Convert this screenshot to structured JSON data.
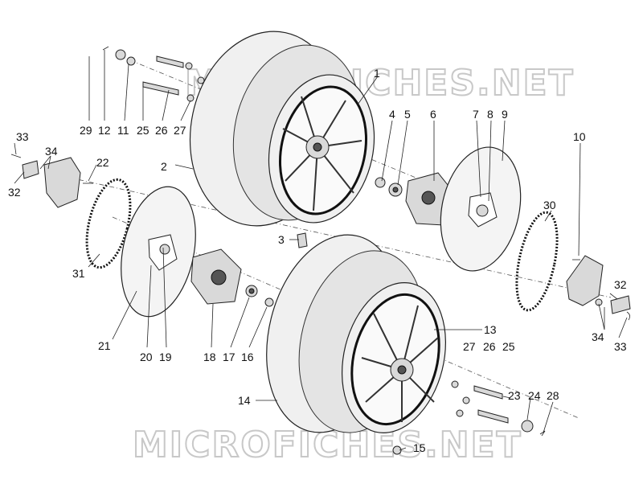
{
  "watermarks": [
    "MICROFICHES.NET",
    "MICROFICHES.NET"
  ],
  "callouts": [
    {
      "id": "1",
      "label": "1"
    },
    {
      "id": "2",
      "label": "2"
    },
    {
      "id": "3",
      "label": "3"
    },
    {
      "id": "4",
      "label": "4"
    },
    {
      "id": "5",
      "label": "5"
    },
    {
      "id": "6",
      "label": "6"
    },
    {
      "id": "7",
      "label": "7"
    },
    {
      "id": "8",
      "label": "8"
    },
    {
      "id": "9",
      "label": "9"
    },
    {
      "id": "10",
      "label": "10"
    },
    {
      "id": "11",
      "label": "11"
    },
    {
      "id": "12",
      "label": "12"
    },
    {
      "id": "13",
      "label": "13"
    },
    {
      "id": "14",
      "label": "14"
    },
    {
      "id": "15",
      "label": "15"
    },
    {
      "id": "16",
      "label": "16"
    },
    {
      "id": "17",
      "label": "17"
    },
    {
      "id": "18",
      "label": "18"
    },
    {
      "id": "19",
      "label": "19"
    },
    {
      "id": "20",
      "label": "20"
    },
    {
      "id": "21",
      "label": "21"
    },
    {
      "id": "22",
      "label": "22"
    },
    {
      "id": "23",
      "label": "23"
    },
    {
      "id": "24",
      "label": "24"
    },
    {
      "id": "25a",
      "label": "25"
    },
    {
      "id": "25b",
      "label": "25"
    },
    {
      "id": "26a",
      "label": "26"
    },
    {
      "id": "26b",
      "label": "26"
    },
    {
      "id": "27a",
      "label": "27"
    },
    {
      "id": "27b",
      "label": "27"
    },
    {
      "id": "28",
      "label": "28"
    },
    {
      "id": "29",
      "label": "29"
    },
    {
      "id": "30",
      "label": "30"
    },
    {
      "id": "31",
      "label": "31"
    },
    {
      "id": "32a",
      "label": "32"
    },
    {
      "id": "32b",
      "label": "32"
    },
    {
      "id": "33a",
      "label": "33"
    },
    {
      "id": "33b",
      "label": "33"
    },
    {
      "id": "34a",
      "label": "34"
    },
    {
      "id": "34b",
      "label": "34"
    }
  ]
}
